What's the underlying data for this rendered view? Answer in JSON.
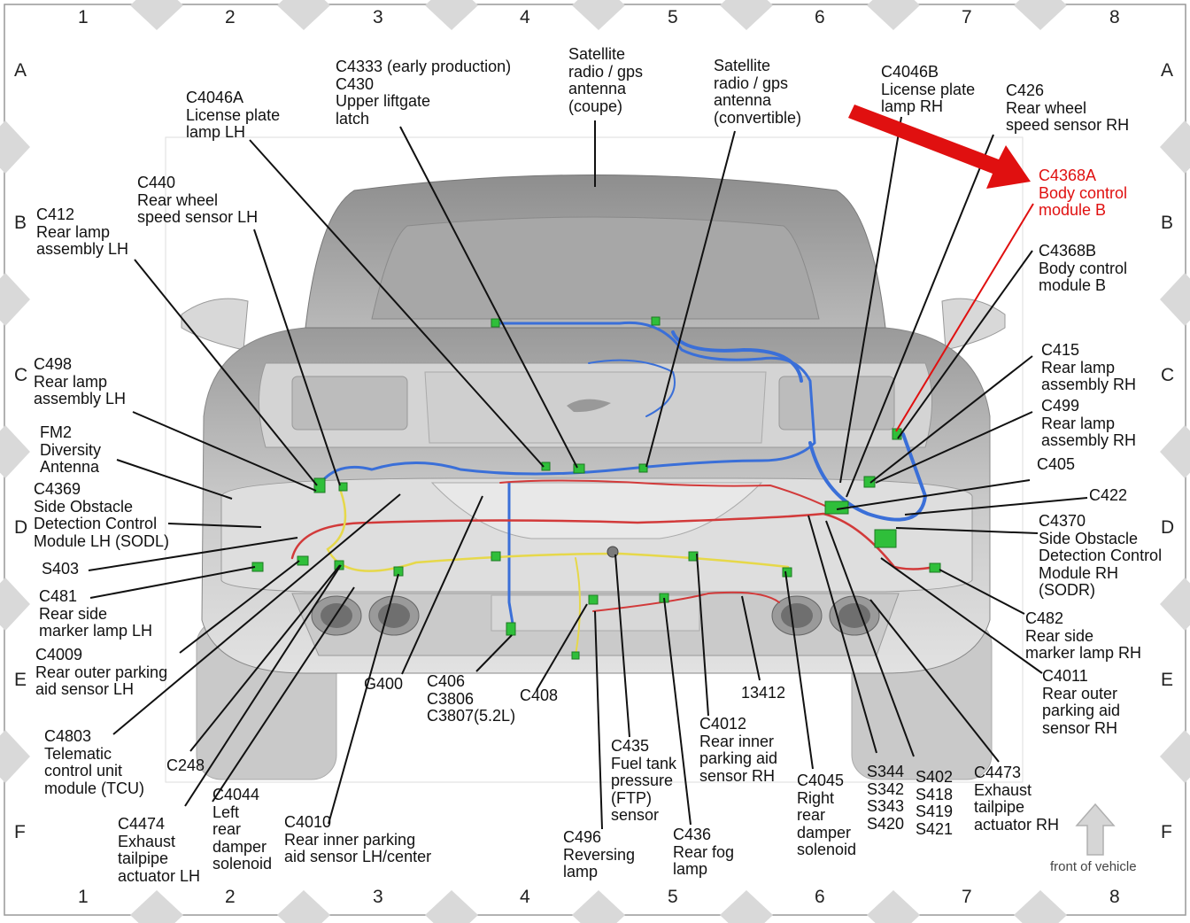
{
  "grid": {
    "columns": [
      "1",
      "2",
      "3",
      "4",
      "5",
      "6",
      "7",
      "8"
    ],
    "rows": [
      "A",
      "B",
      "C",
      "D",
      "E",
      "F"
    ]
  },
  "labels": {
    "c4333": "C4333 (early production)\nC430\nUpper liftgate\nlatch",
    "sat_coupe": "Satellite\nradio / gps\nantenna\n(coupe)",
    "sat_conv": "Satellite\nradio / gps\nantenna\n(convertible)",
    "c4046b": "C4046B\nLicense plate\nlamp RH",
    "c426": "C426\nRear wheel\nspeed sensor RH",
    "c4046a": "C4046A\nLicense plate\nlamp LH",
    "c440": "C440\nRear wheel\nspeed sensor LH",
    "c412": "C412\nRear lamp\nassembly LH",
    "c4368a": "C4368A\nBody control\nmodule B",
    "c4368b": "C4368B\nBody control\nmodule B",
    "c498": "C498\nRear lamp\nassembly LH",
    "c415": "C415\nRear lamp\nassembly RH",
    "c499": "C499\nRear lamp\nassembly RH",
    "fm2": "FM2\nDiversity\nAntenna",
    "c405": "C405",
    "c4369": "C4369\nSide Obstacle\nDetection Control\nModule LH (SODL)",
    "c422": "C422",
    "c4370": "C4370\nSide Obstacle\nDetection Control\nModule RH\n(SODR)",
    "s403": "S403",
    "c481": "C481\nRear side\nmarker lamp LH",
    "c482": "C482\nRear side\nmarker lamp RH",
    "c4009": "C4009\nRear outer parking\naid sensor LH",
    "c4011": "C4011\nRear outer\nparking aid\nsensor RH",
    "g400": "G400",
    "c406": "C406\nC3806\nC3807(5.2L)",
    "c408": "C408",
    "n13412": "13412",
    "c4803": "C4803\nTelematic\ncontrol unit\nmodule (TCU)",
    "c248": "C248",
    "c4012": "C4012\nRear inner\nparking aid\nsensor RH",
    "c435": "C435\nFuel tank\npressure\n(FTP)\nsensor",
    "c4045": "C4045\nRight\nrear\ndamper\nsolenoid",
    "s344": "S344\nS342\nS343\nS420",
    "s402": "S402\nS418\nS419\nS421",
    "c4473": "C4473\nExhaust\ntailpipe\nactuator RH",
    "c4044": "C4044\nLeft\nrear\ndamper\nsolenoid",
    "c4010": "C4010\nRear inner parking\naid sensor LH/center",
    "c4474": "C4474\nExhaust\ntailpipe\nactuator LH",
    "c496": "C496\nReversing\nlamp",
    "c436": "C436\nRear fog\nlamp"
  },
  "front_caption": "front of vehicle",
  "colors": {
    "highlight": "#e01010",
    "wire_blue": "#3a6fd8",
    "wire_red": "#d23a3a",
    "wire_yellow": "#e6d84a",
    "connector_green": "#2fbf3a",
    "car_body": "#bdbdbd"
  }
}
